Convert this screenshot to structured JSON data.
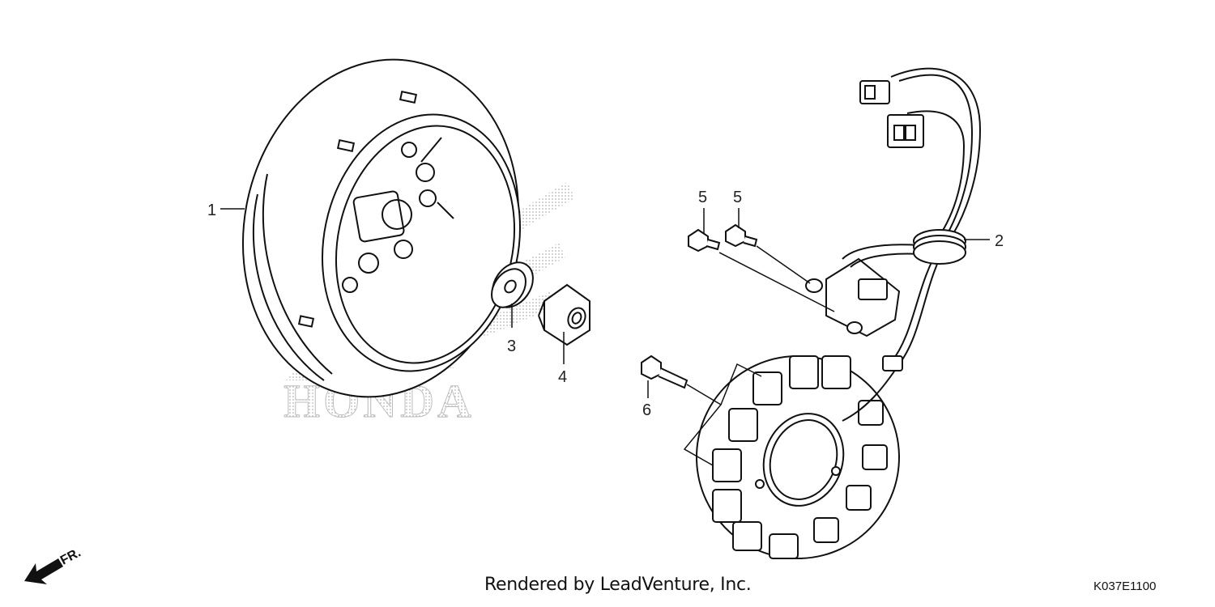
{
  "watermark": {
    "brand": "HONDA"
  },
  "callouts": [
    {
      "id": "1",
      "label": "1"
    },
    {
      "id": "2",
      "label": "2"
    },
    {
      "id": "3",
      "label": "3"
    },
    {
      "id": "4",
      "label": "4"
    },
    {
      "id": "5a",
      "label": "5"
    },
    {
      "id": "5b",
      "label": "5"
    },
    {
      "id": "6",
      "label": "6"
    }
  ],
  "direction": {
    "label": "FR."
  },
  "footer": {
    "credit": "Rendered by LeadVenture, Inc.",
    "diagram_code": "K037E1100"
  }
}
